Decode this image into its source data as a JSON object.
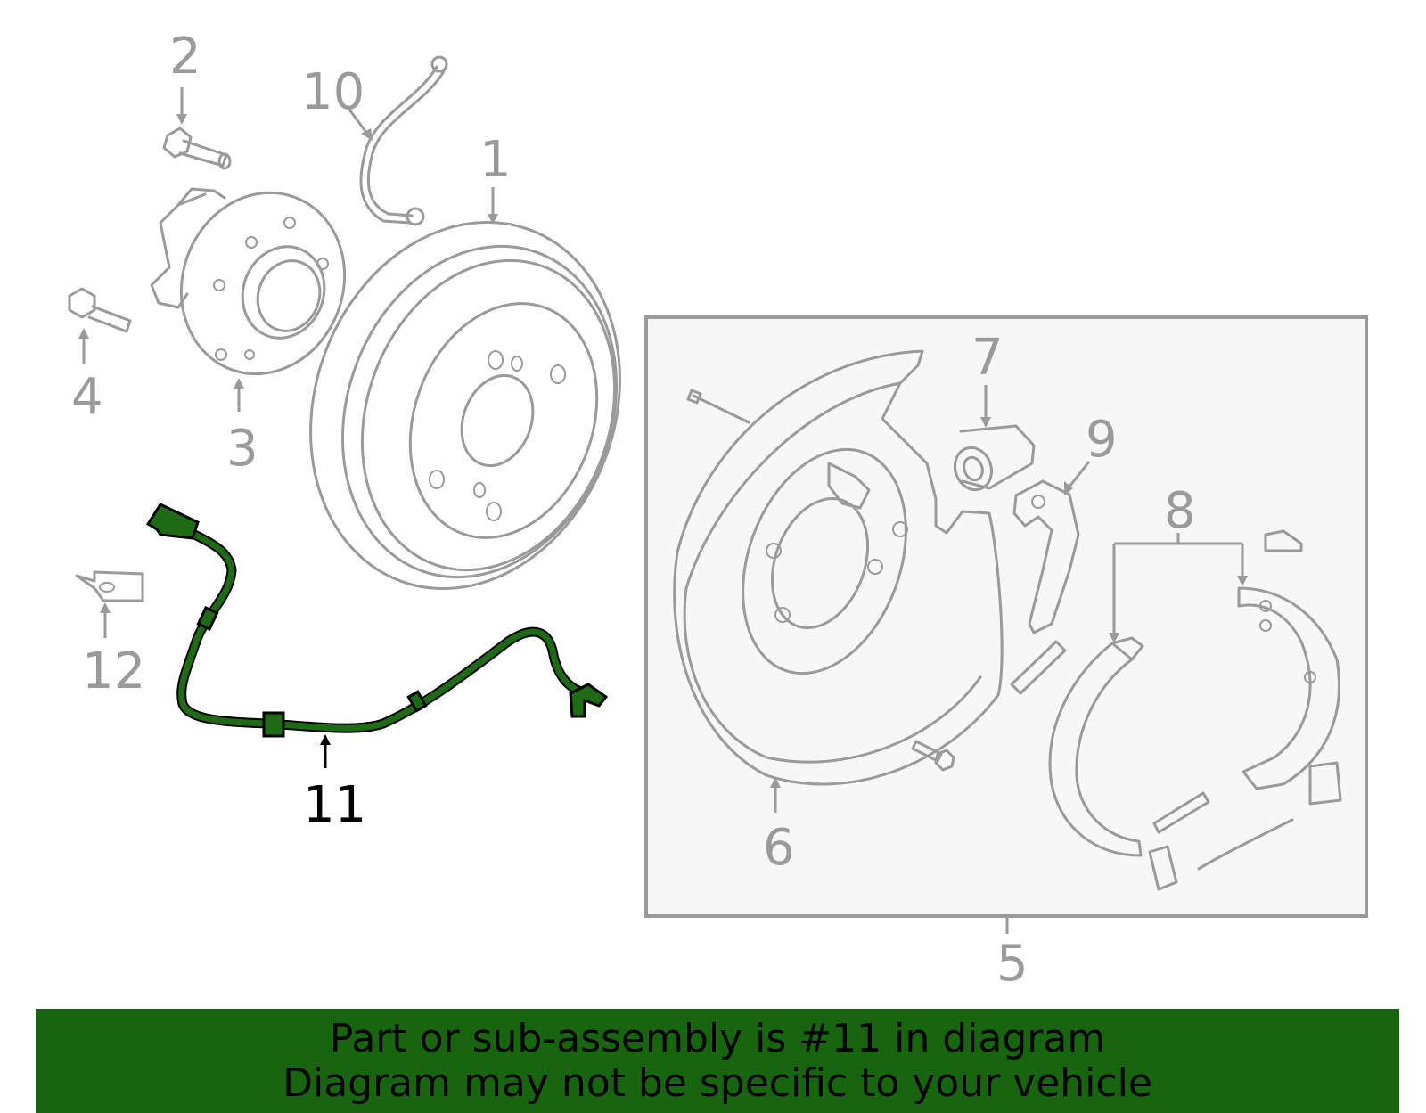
{
  "diagram": {
    "labels": [
      "1",
      "2",
      "3",
      "4",
      "5",
      "6",
      "7",
      "8",
      "9",
      "10",
      "11",
      "12"
    ],
    "highlighted_part": "11",
    "colors": {
      "part_line": "#9a9a9a",
      "highlight": "#1f6a14",
      "banner": "#17660f",
      "box_fill": "#f7f7f7"
    }
  },
  "banner": {
    "line1": "Part or sub-assembly is #11 in diagram",
    "line2": "Diagram may not be specific to your vehicle"
  }
}
